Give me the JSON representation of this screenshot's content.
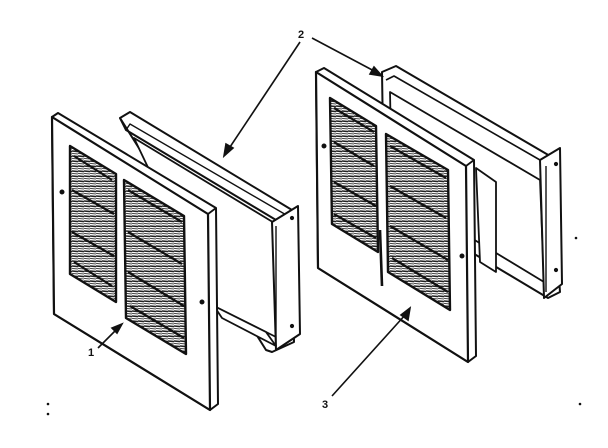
{
  "diagram": {
    "callouts": [
      {
        "id": "1",
        "label": "1"
      },
      {
        "id": "2",
        "label": "2"
      },
      {
        "id": "3",
        "label": "3"
      }
    ],
    "colors": {
      "ink": "#111111",
      "paper": "#ffffff",
      "louver": "#2a2a2a"
    }
  }
}
